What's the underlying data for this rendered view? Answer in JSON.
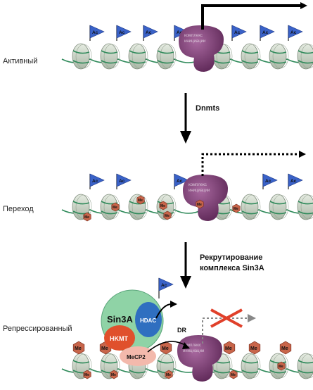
{
  "states": {
    "active": "Активный",
    "transition": "Переход",
    "repressed": "Репрессированный"
  },
  "steps": {
    "dnmts": "Dnmts",
    "recruit_line1": "Рекрутирование",
    "recruit_line2": "комплекса Sin3A"
  },
  "marks": {
    "acetyl": "Ac",
    "methyl": "Me"
  },
  "polymerase_label_line1": "комплекс",
  "polymerase_label_line2": "инициации",
  "complex": {
    "name": "Sin3A",
    "hdac": "HDAC",
    "hkmt": "HKMT",
    "mecp2": "MeCP2",
    "dr": "DR"
  },
  "colors": {
    "flag": "#3a62c8",
    "polymerase": "#7a3b72",
    "sin3a": "#8fd3a6",
    "hdac": "#2f6fc0",
    "hkmt": "#e0502c",
    "mecp2": "#f3b9ac",
    "methyl_hex": "#c8654a",
    "nucleosome": "#cfd6cb",
    "dna": "#2f8a5a",
    "cross": "#e0402a"
  }
}
